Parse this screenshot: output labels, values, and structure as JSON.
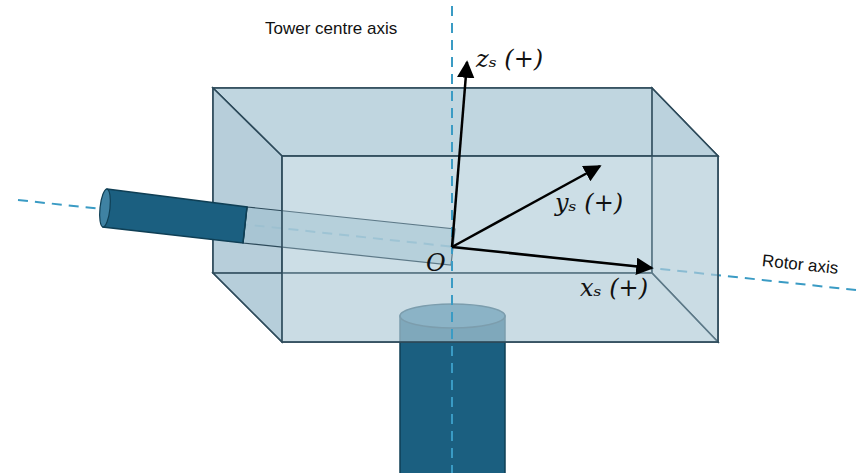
{
  "diagram": {
    "labels": [
      "Tower centre axis",
      "zₛ (+)",
      "yₛ (+)",
      "xₛ (+)",
      "O",
      "Rotor axis"
    ]
  }
}
